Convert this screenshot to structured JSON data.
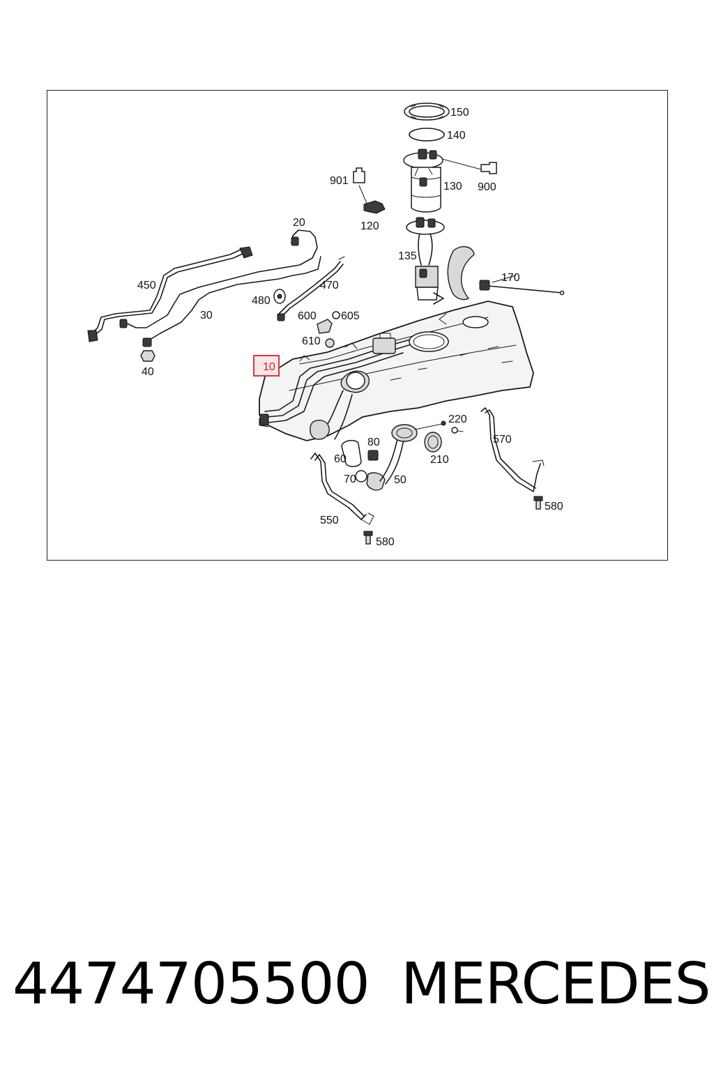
{
  "diagram": {
    "labels": {
      "l150": "150",
      "l140": "140",
      "l901": "901",
      "l130": "130",
      "l900": "900",
      "l120": "120",
      "l20": "20",
      "l135": "135",
      "l170": "170",
      "l450": "450",
      "l470": "470",
      "l480": "480",
      "l30": "30",
      "l600": "600",
      "l605": "605",
      "l610": "610",
      "l40": "40",
      "l10": "10",
      "l220": "220",
      "l570": "570",
      "l80": "80",
      "l60": "60",
      "l210": "210",
      "l70": "70",
      "l50": "50",
      "l580a": "580",
      "l550": "550",
      "l580b": "580"
    },
    "highlighted_part": "10",
    "highlight_color": "#e0343c"
  },
  "footer": {
    "part_number": "4474705500",
    "brand": "MERCEDES"
  }
}
